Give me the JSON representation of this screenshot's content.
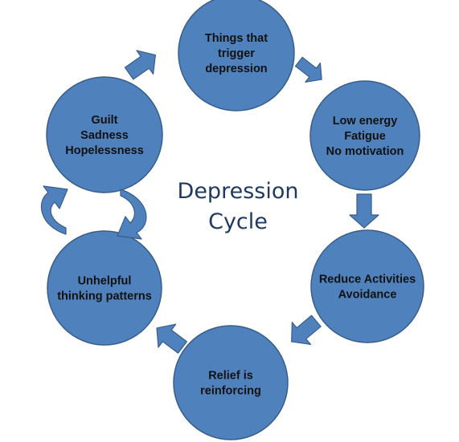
{
  "title_lines": [
    "Depression",
    "Cycle"
  ],
  "nodes": [
    {
      "id": "trigger",
      "lines": [
        "Things that",
        "trigger",
        "depression"
      ]
    },
    {
      "id": "low-energy",
      "lines": [
        "Low energy",
        "Fatigue",
        "No motivation"
      ]
    },
    {
      "id": "reduce",
      "lines": [
        "Reduce Activities",
        "Avoidance"
      ]
    },
    {
      "id": "relief",
      "lines": [
        "Relief is",
        "reinforcing"
      ]
    },
    {
      "id": "unhelpful",
      "lines": [
        "Unhelpful",
        "thinking patterns"
      ]
    },
    {
      "id": "guilt",
      "lines": [
        "Guilt",
        "Sadness",
        "Hopelessness"
      ]
    }
  ],
  "colors": {
    "node_fill": "#4f81bd",
    "node_stroke": "#385d8a",
    "arrow_fill": "#4f81bd",
    "arrow_stroke": "#385d8a",
    "title": "#1f3a60"
  }
}
